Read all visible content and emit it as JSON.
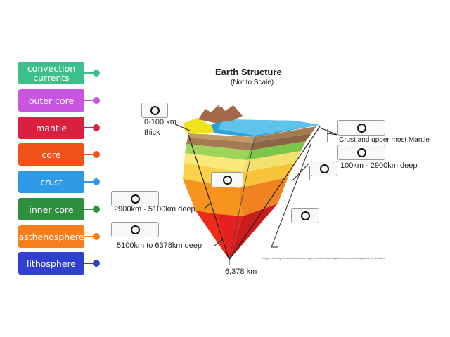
{
  "tiles": [
    {
      "label": "convection currents",
      "color": "#3dbf8c"
    },
    {
      "label": "outer core",
      "color": "#c855e0"
    },
    {
      "label": "mantle",
      "color": "#db1f3f"
    },
    {
      "label": "core",
      "color": "#f0521a"
    },
    {
      "label": "crust",
      "color": "#2f9be6"
    },
    {
      "label": "inner core",
      "color": "#2e8f3e"
    },
    {
      "label": "asthenosphere",
      "color": "#f77e1c"
    },
    {
      "label": "lithosphere",
      "color": "#2f3fd0"
    }
  ],
  "diagram": {
    "title": "Earth Structure",
    "subtitle": "(Not to Scale)",
    "crust_thickness": "0-100 km\nthick",
    "upper_label": "Crust and upper most Mantle",
    "mantle_depth": "100km - 2900km deep",
    "outer_core_depth": "2900km - 5100km deep",
    "inner_core_depth": "5100km to 6378km deep",
    "radius": "6,378 km",
    "source": "Image from http://www.sciencelearn.org.nz/contexts/earthquakes/sci_media/images/earth_structure"
  },
  "icons": {
    "drop_target": "circle-target-icon",
    "peg": "connector-peg-icon"
  }
}
